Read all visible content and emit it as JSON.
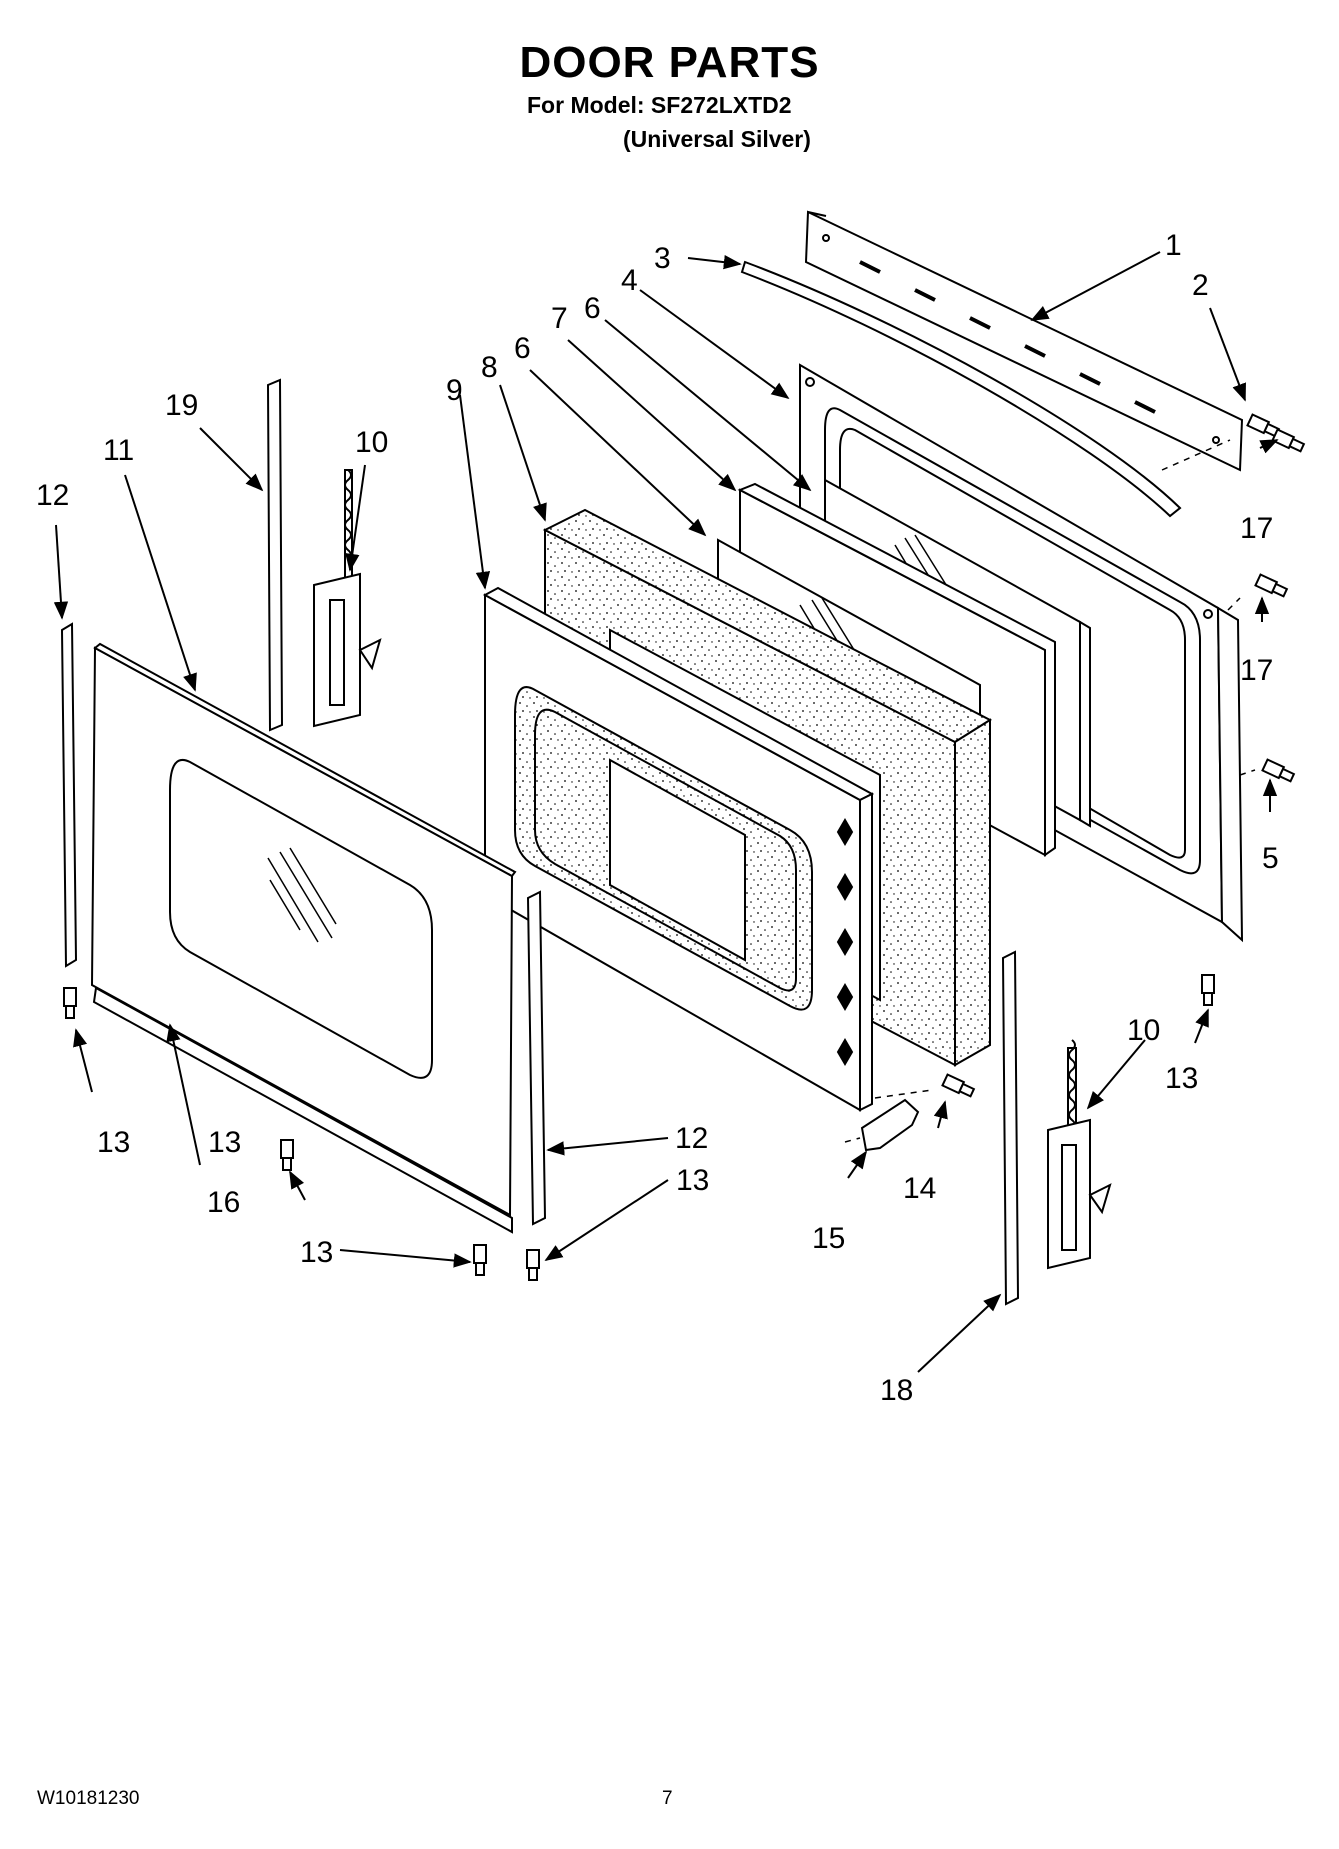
{
  "header": {
    "title": "DOOR PARTS",
    "model_line": "For Model: SF272LXTD2",
    "variant_line": "(Universal Silver)"
  },
  "footer": {
    "doc_number": "W10181230",
    "page_number": "7"
  },
  "callouts": [
    "1",
    "2",
    "3",
    "4",
    "5",
    "6",
    "6",
    "7",
    "8",
    "9",
    "10",
    "10",
    "11",
    "12",
    "12",
    "13",
    "13",
    "13",
    "13",
    "13",
    "14",
    "15",
    "16",
    "17",
    "17",
    "18",
    "19"
  ]
}
